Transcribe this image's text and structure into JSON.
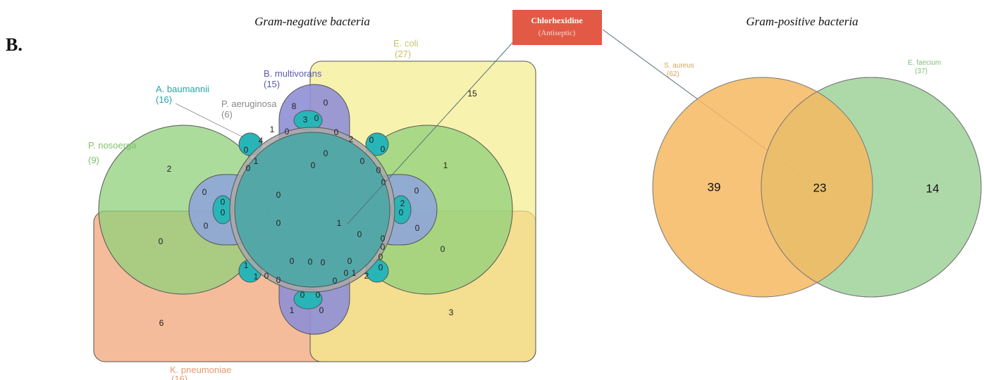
{
  "panel_label": "B.",
  "gram_negative": {
    "title": "Gram-negative bacteria",
    "sets": {
      "e_coli": {
        "name": "E. coli",
        "size": "(27)",
        "color": "#f4ec8a"
      },
      "b_multivorans": {
        "name": "B. multivorans",
        "size": "(15)",
        "color": "#8f8fd6"
      },
      "a_baumannii": {
        "name": "A. baumannii",
        "size": "(16)",
        "color": "#28b5b8"
      },
      "p_aeruginosa": {
        "name": "P. aeruginosa",
        "size": "(6)",
        "color": "#9a9a9a"
      },
      "p_nosoerga": {
        "name": "P. nosoerga",
        "size": "(9)",
        "color": "#8fd07a"
      },
      "k_pneumoniae": {
        "name": "K. pneumoniae",
        "size": "(16)",
        "color": "#f2a57a"
      }
    },
    "region_counts": {
      "e_coli_only": "15",
      "p_nosoerga_only": "2",
      "k_pneumoniae_only": "6",
      "e_coli_k_pneumoniae": "3",
      "p_nosoerga_k_pneumoniae": "0",
      "b_multivorans_only": "0",
      "right_upper_lobe": "1",
      "right_lower_lobe": "0",
      "center": "1",
      "bottom_lobe": "1",
      "others": [
        "8",
        "3",
        "0",
        "4",
        "1",
        "1",
        "0",
        "0",
        "0",
        "2",
        "0",
        "0",
        "0",
        "0",
        "0",
        "0",
        "0",
        "0",
        "0",
        "0",
        "2",
        "0",
        "0",
        "0",
        "0",
        "0",
        "0",
        "0",
        "0",
        "0",
        "0",
        "0",
        "1",
        "1",
        "0",
        "0",
        "0",
        "0",
        "0",
        "0",
        "0",
        "0",
        "1",
        "2",
        "0",
        "0",
        "0",
        "0"
      ]
    }
  },
  "gram_positive": {
    "title": "Gram-positive bacteria",
    "sets": {
      "s_aureus": {
        "name": "S. aureus",
        "size": "(62)",
        "color": "#f5b860"
      },
      "e_faecium": {
        "name": "E. faecium",
        "size": "(37)",
        "color": "#9fd29a"
      }
    },
    "region_counts": {
      "s_aureus_only": "39",
      "intersection": "23",
      "e_faecium_only": "14"
    }
  },
  "callout": {
    "title": "Chlorhexidine",
    "subtitle": "(Antiseptic)",
    "color": "#e25a45"
  }
}
